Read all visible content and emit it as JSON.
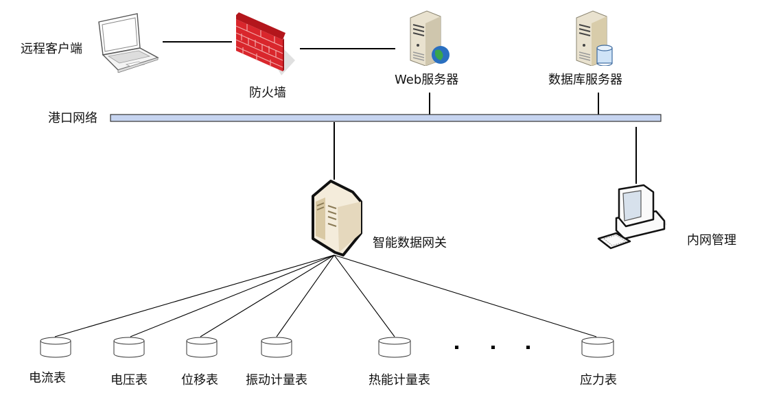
{
  "diagram": {
    "type": "network-topology",
    "bus": {
      "label": "港口网络",
      "color": "#c6d4f0",
      "border": "#333333"
    },
    "nodes": {
      "remote_client": {
        "label": "远程客户端",
        "icon": "laptop-icon"
      },
      "firewall": {
        "label": "防火墙",
        "icon": "firewall-icon"
      },
      "web_server": {
        "label": "Web服务器",
        "icon": "web-server-icon"
      },
      "db_server": {
        "label": "数据库服务器",
        "icon": "database-server-icon"
      },
      "gateway": {
        "label": "智能数据网关",
        "icon": "gateway-server-icon"
      },
      "intranet_admin": {
        "label": "内网管理",
        "icon": "desktop-computer-icon"
      }
    },
    "meters": [
      {
        "label": "电流表"
      },
      {
        "label": "电压表"
      },
      {
        "label": "位移表"
      },
      {
        "label": "振动计量表"
      },
      {
        "label": "热能计量表"
      },
      {
        "label": "应力表"
      }
    ],
    "ellipsis": "· · ·",
    "edges": [
      [
        "remote_client",
        "firewall"
      ],
      [
        "firewall",
        "web_server"
      ],
      [
        "web_server",
        "bus"
      ],
      [
        "db_server",
        "bus"
      ],
      [
        "bus",
        "gateway"
      ],
      [
        "bus",
        "intranet_admin"
      ],
      [
        "gateway",
        "meter-0"
      ],
      [
        "gateway",
        "meter-1"
      ],
      [
        "gateway",
        "meter-2"
      ],
      [
        "gateway",
        "meter-3"
      ],
      [
        "gateway",
        "meter-4"
      ],
      [
        "gateway",
        "meter-5"
      ]
    ]
  }
}
